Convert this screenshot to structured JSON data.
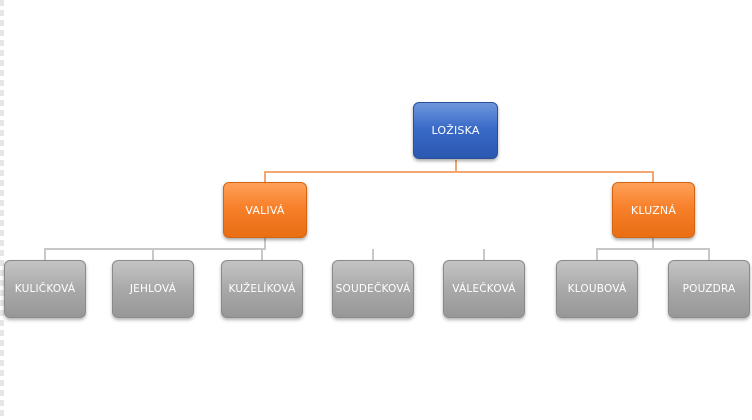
{
  "colors": {
    "root": "#3a6bc8",
    "mid": "#f7802a",
    "leaf": "#a9a9a9",
    "connector_root": "#f4a772",
    "connector_leaf": "#c8c8c8"
  },
  "diagram": {
    "root": {
      "label": "LOŽISKA"
    },
    "categories": [
      {
        "label": "VALIVÁ",
        "children": [
          "KULIČKOVÁ",
          "JEHLOVÁ",
          "KUŽELÍKOVÁ",
          "SOUDEČKOVÁ",
          "VÁLEČKOVÁ"
        ]
      },
      {
        "label": "KLUZNÁ",
        "children": [
          "KLOUBOVÁ",
          "POUZDRA"
        ]
      }
    ]
  }
}
